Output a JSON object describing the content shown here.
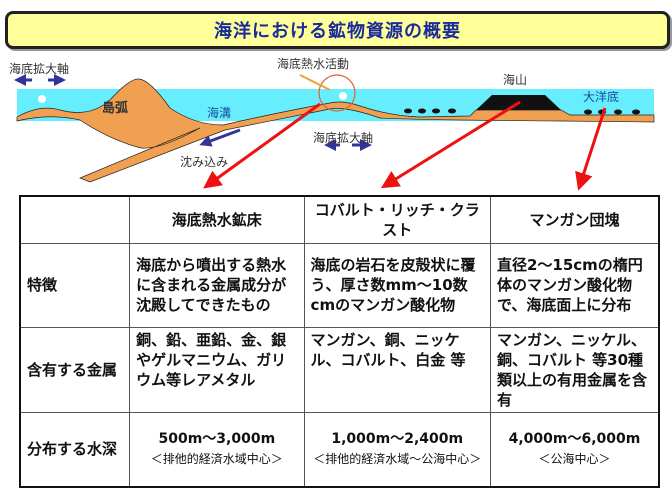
{
  "title": "海洋における鉱物資源の概要",
  "diagram": {
    "labels": {
      "spreading_axis_left": "海底拡大軸",
      "hydrothermal_activity": "海底熱水活動",
      "island_arc": "島弧",
      "trench": "海溝",
      "spreading_axis_center": "海底拡大軸",
      "subduction": "沈み込み",
      "seamount": "海山",
      "ocean_floor": "大洋底"
    },
    "colors": {
      "sea": "#66eeff",
      "crust": "#f0a050",
      "arrow_red": "#ee1111",
      "arrow_blue": "#333399"
    }
  },
  "table": {
    "columns": [
      "",
      "海底熱水鉱床",
      "コバルト・リッチ・クラスト",
      "マンガン団塊"
    ],
    "rows": [
      {
        "label": "特徴",
        "cells": [
          "海底から噴出する熱水に含まれる金属成分が沈殿してできたもの",
          "海底の岩石を皮殻状に覆う、厚さ数mm～10数cmのマンガン酸化物",
          "直径2～15cmの楕円体のマンガン酸化物で、海底面上に分布"
        ]
      },
      {
        "label": "含有する金属",
        "cells": [
          "銅、鉛、亜鉛、金、銀やゲルマニウム、ガリウム等レアメタル",
          "マンガン、銅、ニッケル、コバルト、白金 等",
          "マンガン、ニッケル、銅、コバルト 等30種類以上の有用金属を含有"
        ]
      }
    ],
    "depth_row": {
      "label": "分布する水深",
      "cells": [
        {
          "range": "500m～3,000m",
          "note": "＜排他的経済水域中心＞"
        },
        {
          "range": "1,000m～2,400m",
          "note": "＜排他的経済水域～公海中心＞"
        },
        {
          "range": "4,000m～6,000m",
          "note": "＜公海中心＞"
        }
      ]
    }
  }
}
